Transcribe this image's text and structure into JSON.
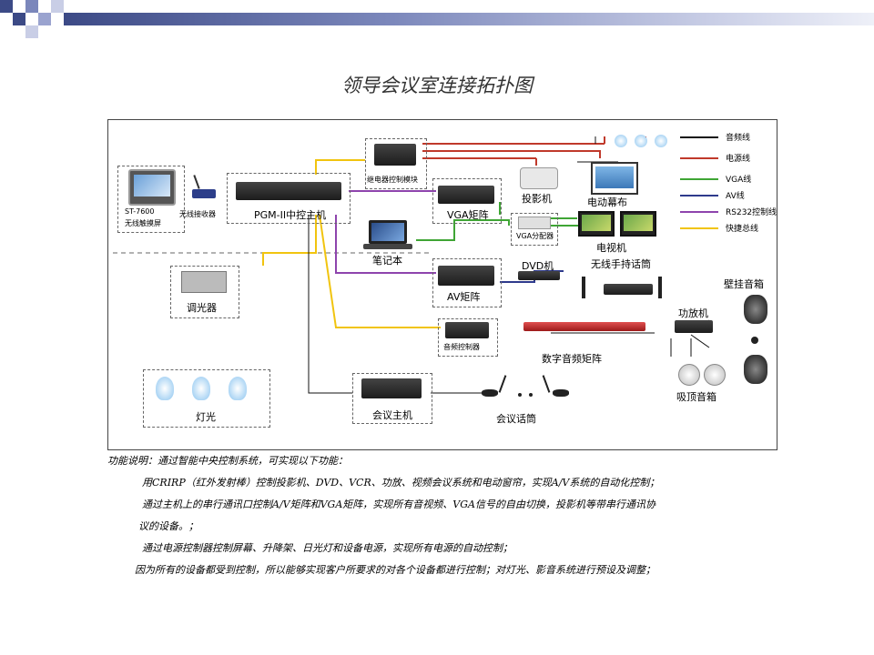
{
  "title": "领导会议室连接拓扑图",
  "legend": [
    {
      "label": "音频线",
      "color": "#111111"
    },
    {
      "label": "电源线",
      "color": "#c0392b"
    },
    {
      "label": "VGA线",
      "color": "#3fa535"
    },
    {
      "label": "AV线",
      "color": "#2e3a8c"
    },
    {
      "label": "RS232控制线",
      "color": "#8e44ad"
    },
    {
      "label": "快捷总线",
      "color": "#f1c40f"
    }
  ],
  "devices": {
    "touch_panel_model": "ST-7600",
    "touch_panel_name": "无线触摸屏",
    "receiver": "无线接收器",
    "central_host": "PGM-II中控主机",
    "relay_module": "继电器控制模块",
    "projector": "投影机",
    "electric_screen": "电动幕布",
    "vga_matrix": "VGA矩阵",
    "vga_splitter": "VGA分配器",
    "tv": "电视机",
    "laptop": "笔记本",
    "dvd": "DVD机",
    "wireless_mic": "无线手持话筒",
    "av_matrix": "AV矩阵",
    "wall_speaker": "壁挂音箱",
    "amplifier": "功放机",
    "dimmer": "调光器",
    "audio_processor": "音频控制器",
    "digital_audio_matrix": "数字音频矩阵",
    "ceiling_speaker": "吸顶音箱",
    "lights": "灯光",
    "conference_host": "会议主机",
    "conference_mic": "会议话筒"
  },
  "description": {
    "heading": "功能说明：通过智能中央控制系统，可实现以下功能：",
    "lines": [
      "用CRIRP（红外发射棒）控制投影机、DVD、VCR、功放、视频会议系统和电动窗帘，实现A/V系统的自动化控制；",
      "通过主机上的串行通讯口控制A/V矩阵和VGA矩阵，实现所有音视频、VGA信号的自由切换，投影机等带串行通讯协",
      "议的设备。；",
      "通过电源控制器控制屏幕、升降架、日光灯和设备电源，实现所有电源的自动控制；",
      "因为所有的设备都受到控制，所以能够实现客户所要求的对各个设备都进行控制；对灯光、影音系统进行预设及调整；"
    ]
  }
}
